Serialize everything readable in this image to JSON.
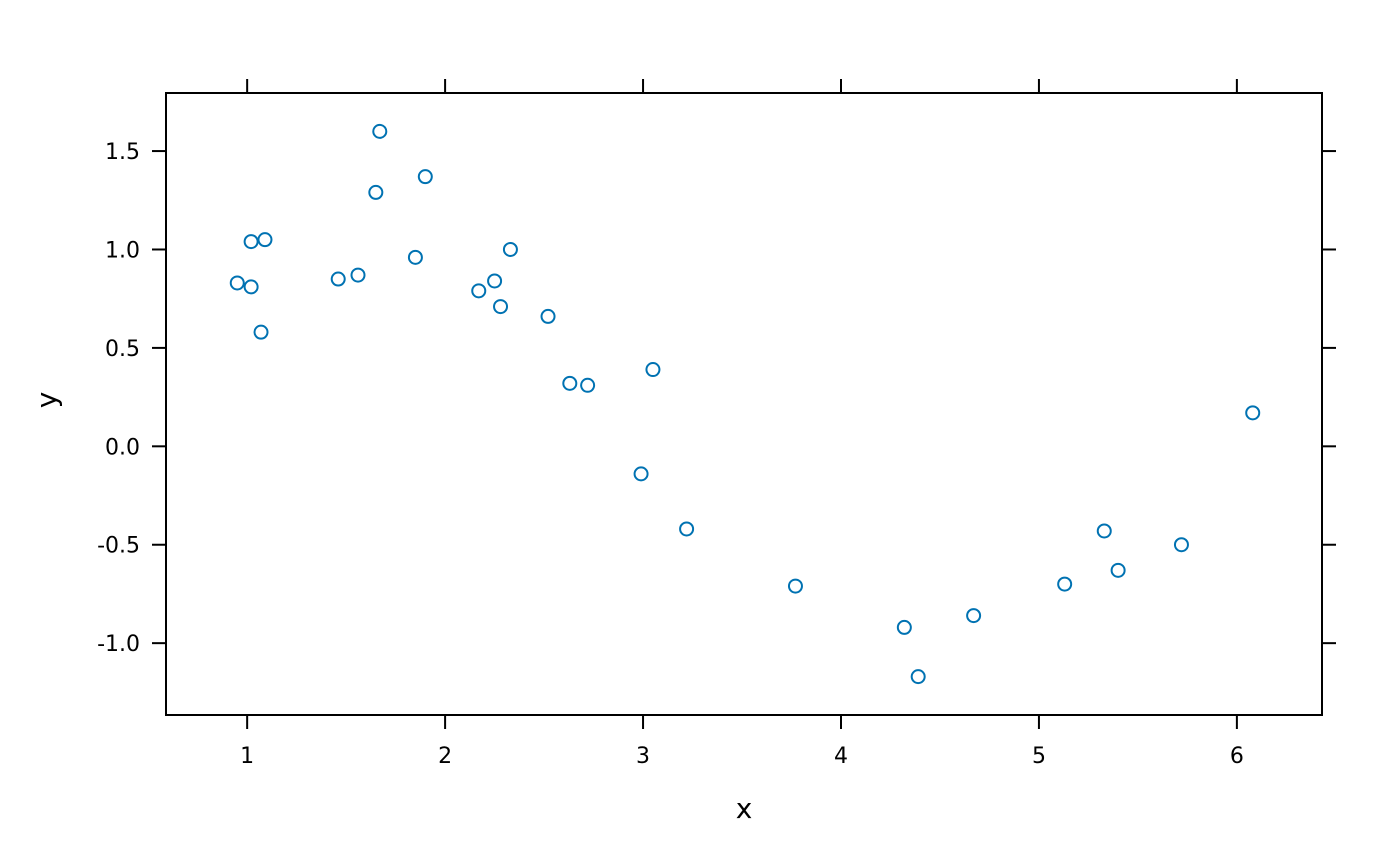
{
  "chart_data": {
    "type": "scatter",
    "title": "",
    "xlabel": "x",
    "ylabel": "y",
    "xlim": [
      0.59,
      6.43
    ],
    "ylim": [
      -1.365,
      1.795
    ],
    "xticks": [
      1,
      2,
      3,
      4,
      5,
      6
    ],
    "yticks": [
      -1.0,
      -0.5,
      0.0,
      0.5,
      1.0,
      1.5
    ],
    "xtick_labels": [
      "1",
      "2",
      "3",
      "4",
      "5",
      "6"
    ],
    "ytick_labels": [
      "-1.0",
      "-0.5",
      "0.0",
      "0.5",
      "1.0",
      "1.5"
    ],
    "grid": false,
    "marker": "open-circle",
    "point_color": "#0072b2",
    "points": [
      {
        "x": 0.95,
        "y": 0.83
      },
      {
        "x": 1.02,
        "y": 1.04
      },
      {
        "x": 1.02,
        "y": 0.81
      },
      {
        "x": 1.07,
        "y": 0.58
      },
      {
        "x": 1.09,
        "y": 1.05
      },
      {
        "x": 1.46,
        "y": 0.85
      },
      {
        "x": 1.56,
        "y": 0.87
      },
      {
        "x": 1.65,
        "y": 1.29
      },
      {
        "x": 1.67,
        "y": 1.6
      },
      {
        "x": 1.85,
        "y": 0.96
      },
      {
        "x": 1.9,
        "y": 1.37
      },
      {
        "x": 2.17,
        "y": 0.79
      },
      {
        "x": 2.25,
        "y": 0.84
      },
      {
        "x": 2.28,
        "y": 0.71
      },
      {
        "x": 2.33,
        "y": 1.0
      },
      {
        "x": 2.52,
        "y": 0.66
      },
      {
        "x": 2.63,
        "y": 0.32
      },
      {
        "x": 2.72,
        "y": 0.31
      },
      {
        "x": 2.99,
        "y": -0.14
      },
      {
        "x": 3.05,
        "y": 0.39
      },
      {
        "x": 3.22,
        "y": -0.42
      },
      {
        "x": 3.77,
        "y": -0.71
      },
      {
        "x": 4.32,
        "y": -0.92
      },
      {
        "x": 4.39,
        "y": -1.17
      },
      {
        "x": 4.67,
        "y": -0.86
      },
      {
        "x": 5.13,
        "y": -0.7
      },
      {
        "x": 5.33,
        "y": -0.43
      },
      {
        "x": 5.4,
        "y": -0.63
      },
      {
        "x": 5.72,
        "y": -0.5
      },
      {
        "x": 6.08,
        "y": 0.17
      }
    ]
  }
}
